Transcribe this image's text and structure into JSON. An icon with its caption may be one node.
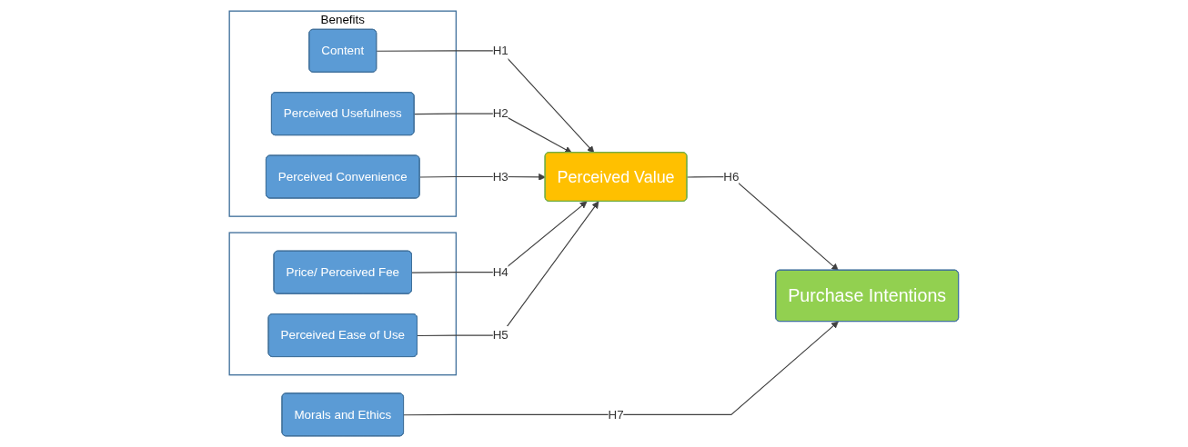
{
  "diagram": {
    "nodes": [
      {
        "text": [
          "Benefits"
        ]
      },
      {
        "text": [
          "Content"
        ],
        "in": 0
      },
      {
        "text": [
          "Perceived Usefulness"
        ],
        "in": 0
      },
      {
        "text": [
          "Perceived Convenience"
        ],
        "in": 0
      },
      {
        "text": [],
        "shape": "box"
      },
      {
        "text": [
          "Price/ Perceived Fee"
        ],
        "in": 4
      },
      {
        "text": [
          "Perceived Ease of Use"
        ],
        "in": 4
      },
      {
        "text": [
          "Morals and Ethics"
        ]
      },
      {
        "text": [
          "Perceived Value"
        ]
      },
      {
        "text": [
          "Purchase Intentions"
        ]
      }
    ],
    "edges": [
      {
        "from": 1,
        "to": 8,
        "arrow": "to",
        "label": "H1"
      },
      {
        "from": 2,
        "to": 8,
        "arrow": "to",
        "label": "H2"
      },
      {
        "from": 3,
        "to": 8,
        "arrow": "to",
        "label": "H3"
      },
      {
        "from": 5,
        "to": 8,
        "arrow": "to",
        "label": "H4"
      },
      {
        "from": 6,
        "to": 8,
        "arrow": "to",
        "label": "H5"
      },
      {
        "from": 8,
        "to": 9,
        "arrow": "to",
        "label": "H6"
      },
      {
        "from": 7,
        "to": 9,
        "arrow": "to",
        "label": "H7"
      }
    ]
  }
}
